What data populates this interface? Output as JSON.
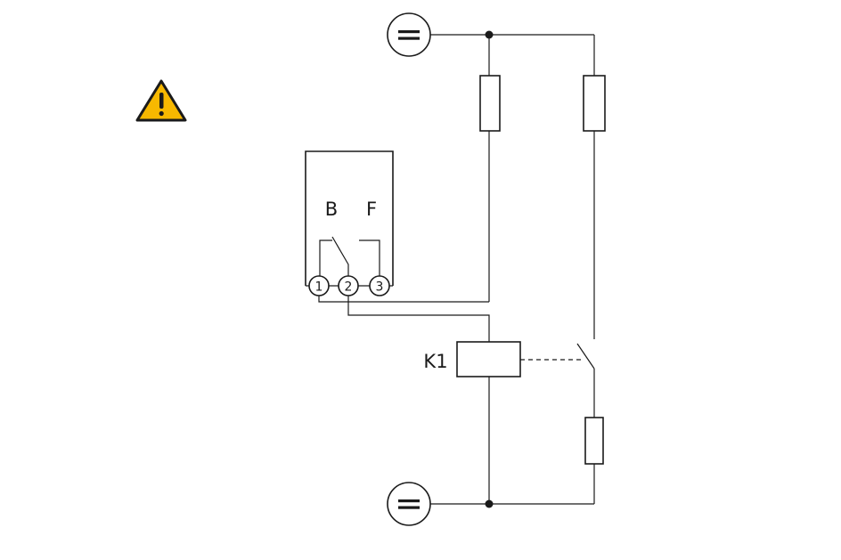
{
  "switch": {
    "label_b": "B",
    "label_f": "F",
    "terminals": [
      "1",
      "2",
      "3"
    ]
  },
  "relay": {
    "label": "K1"
  },
  "colors": {
    "line": "#1a1a1a",
    "warning_fill": "#f7b800",
    "warning_outline": "#1a1a1a"
  },
  "icons": {
    "warning": "warning-triangle-icon",
    "dc_source": "dc-source-symbol"
  }
}
